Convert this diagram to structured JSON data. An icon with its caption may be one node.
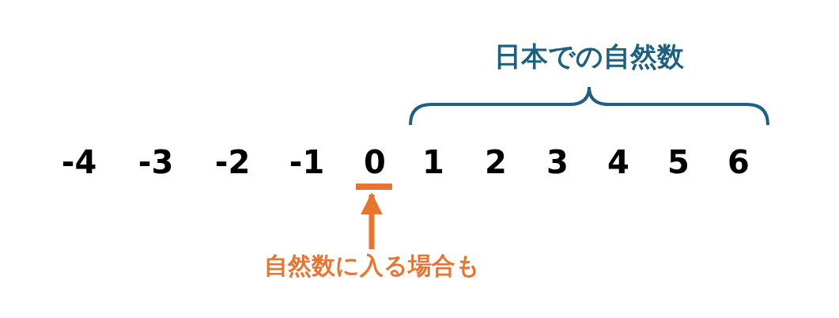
{
  "diagram": {
    "nodes": [
      {
        "text": [],
        "shape": "bar"
      },
      {
        "text": [
          "自然数に入る場合も"
        ]
      }
    ],
    "edges": [
      {
        "from": 1,
        "to": 0,
        "arrow": "to"
      }
    ],
    "labels": [
      "日本での自然数",
      "-4",
      "-3",
      "-2",
      "-1",
      "0",
      "1",
      "2",
      "3",
      "4",
      "5",
      "6"
    ]
  }
}
